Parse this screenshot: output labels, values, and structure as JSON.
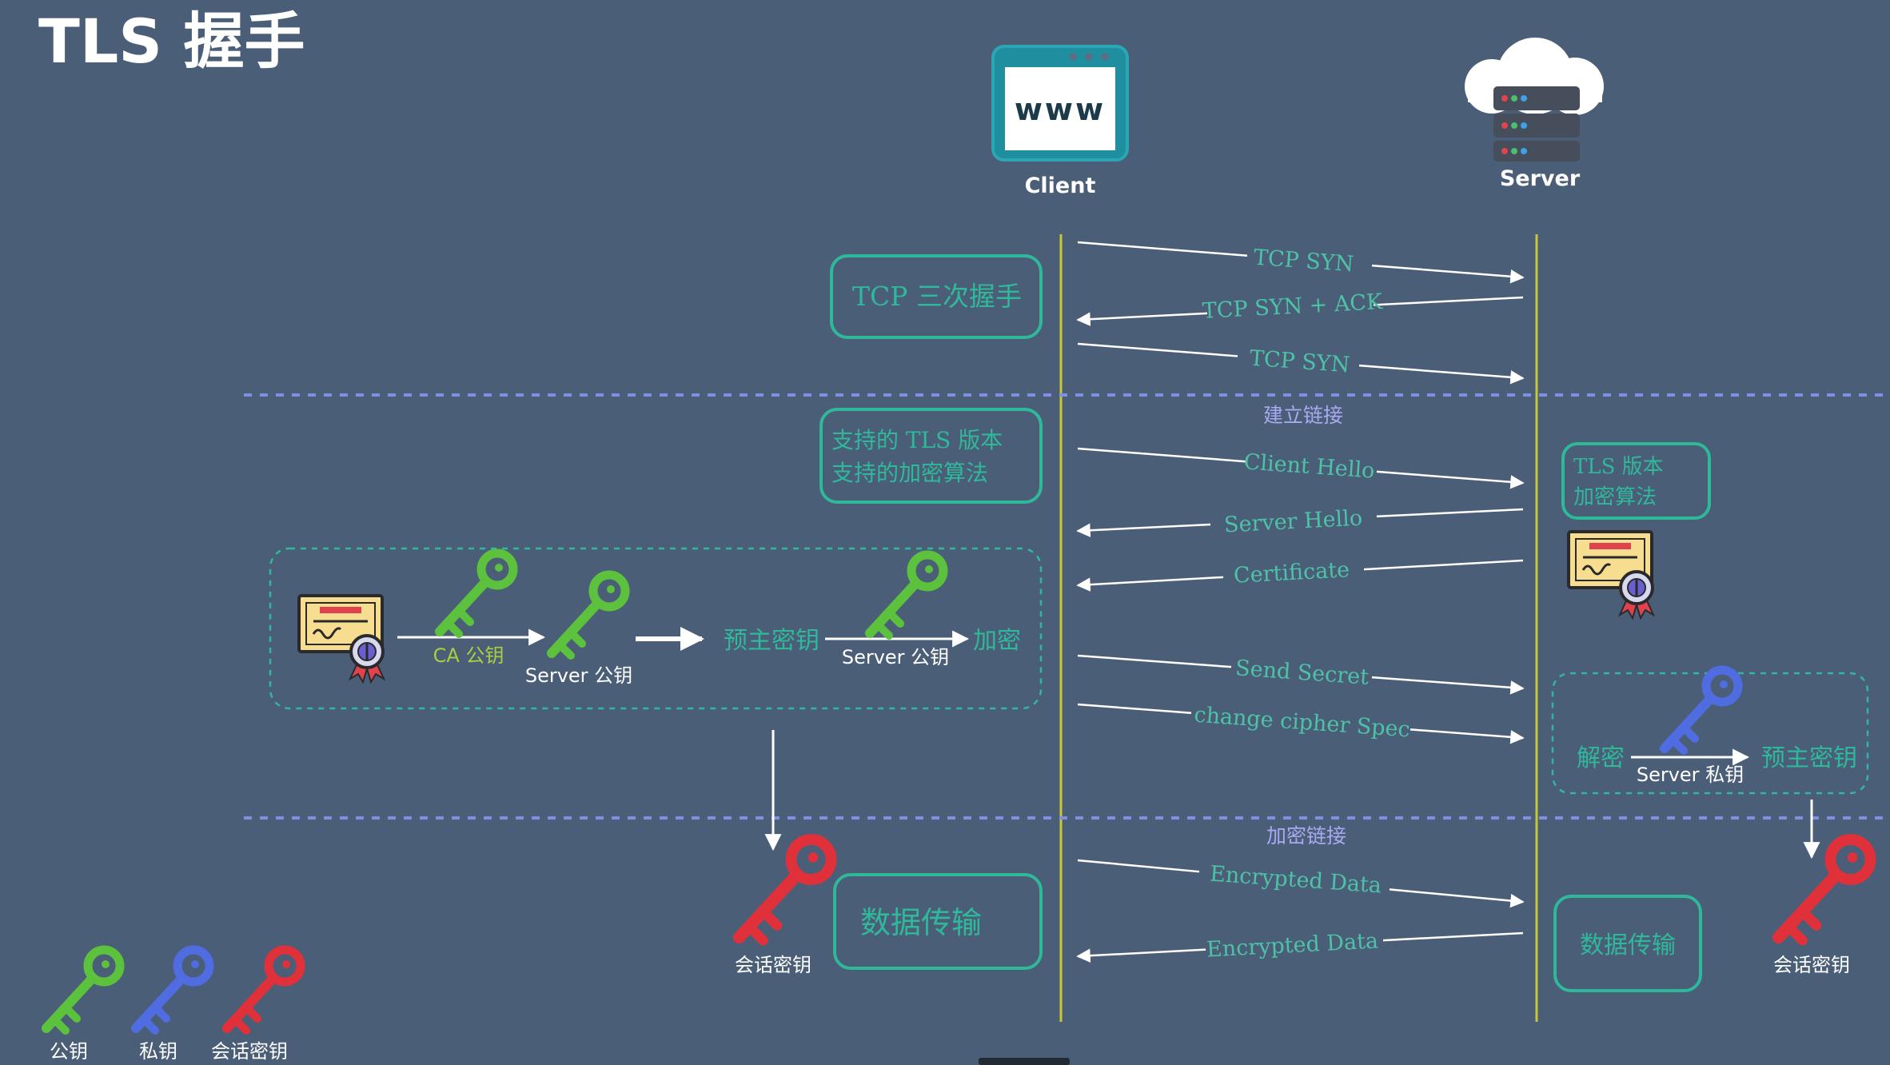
{
  "title": "TLS 握手",
  "client_label": "Client",
  "server_label": "Server",
  "www_label": "www",
  "sections": {
    "establish": "建立链接",
    "encrypted": "加密链接"
  },
  "boxes": {
    "tcp": "TCP 三次握手",
    "client_hello_line1": "支持的 TLS 版本",
    "client_hello_line2": "支持的加密算法",
    "server_hello_line1": "TLS 版本",
    "server_hello_line2": "加密算法",
    "data_left": "数据传输",
    "data_right": "数据传输"
  },
  "messages": [
    {
      "label": "TCP SYN",
      "direction": "to-server"
    },
    {
      "label": "TCP SYN + ACK",
      "direction": "to-client"
    },
    {
      "label": "TCP SYN",
      "direction": "to-server"
    },
    {
      "label": "Client Hello",
      "direction": "to-server"
    },
    {
      "label": "Server Hello",
      "direction": "to-client"
    },
    {
      "label": "Certificate",
      "direction": "to-client"
    },
    {
      "label": "Send Secret",
      "direction": "to-server"
    },
    {
      "label": "change cipher Spec",
      "direction": "to-server"
    },
    {
      "label": "Encrypted Data",
      "direction": "to-server"
    },
    {
      "label": "Encrypted Data",
      "direction": "to-client"
    }
  ],
  "client_flow": {
    "ca_key": "CA 公钥",
    "server_key": "Server 公钥",
    "premaster": "预主密钥",
    "server_key2": "Server 公钥",
    "encrypt": "加密"
  },
  "server_flow": {
    "decrypt": "解密",
    "server_private": "Server 私钥",
    "premaster": "预主密钥"
  },
  "session_key_label_left": "会话密钥",
  "session_key_label_right": "会话密钥",
  "legend": [
    {
      "label": "公钥",
      "color": "#5cc23d",
      "icon": "key-icon"
    },
    {
      "label": "私钥",
      "color": "#4f6de0",
      "icon": "key-icon"
    },
    {
      "label": "会话密钥",
      "color": "#e0313a",
      "icon": "key-icon"
    }
  ],
  "colors": {
    "background": "#4b5e78",
    "teal": "#2fb89a",
    "lifeline": "#c8c832",
    "dashed": "#7f8fe6",
    "section_text": "#a9a9f0",
    "message_text": "#4dc2a6"
  }
}
